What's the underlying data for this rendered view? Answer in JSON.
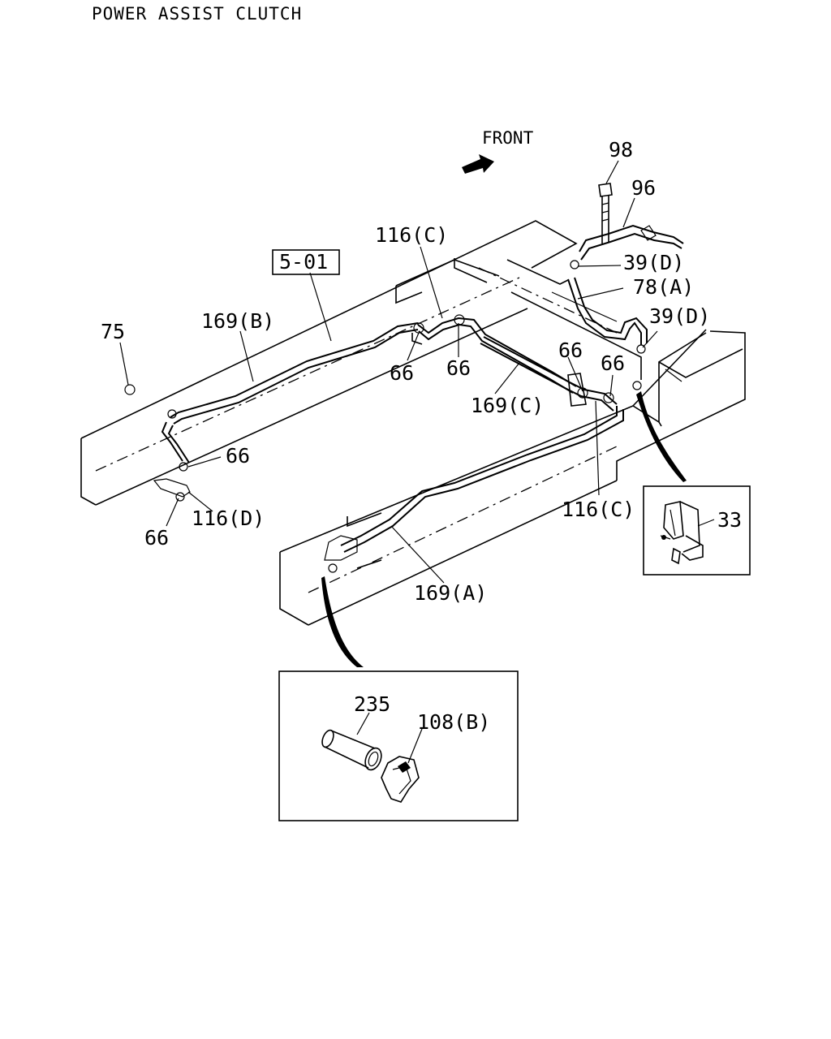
{
  "title": "POWER ASSIST CLUTCH",
  "front_label": "FRONT",
  "ref_box": "5-01",
  "callouts": {
    "c98": "98",
    "c96": "96",
    "c116c_top": "116(C)",
    "c39d_a": "39(D)",
    "c78a": "78(A)",
    "c39d_b": "39(D)",
    "c75": "75",
    "c169b": "169(B)",
    "c66_a": "66",
    "c66_b": "66",
    "c66_c": "66",
    "c66_d": "66",
    "c169c": "169(C)",
    "c66_e": "66",
    "c116d": "116(D)",
    "c66_f": "66",
    "c116c_bot": "116(C)",
    "c33": "33",
    "c169a": "169(A)",
    "c235": "235",
    "c108b": "108(B)"
  },
  "icons": {
    "front_arrow": "front-arrow-icon"
  }
}
